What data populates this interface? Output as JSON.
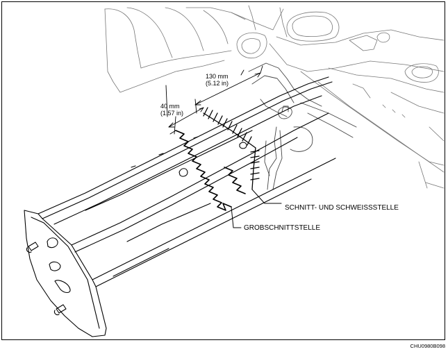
{
  "dimensions": {
    "d130": {
      "line1": "130 mm",
      "line2": "(5.12 in)"
    },
    "d40": {
      "line1": "40 mm",
      "line2": "(1.57 in)"
    }
  },
  "callouts": {
    "cut_weld": "SCHNITT- UND SCHWEISSSTELLE",
    "rough_cut": "GROBSCHNITTSTELLE"
  },
  "figure_code": "CHU0980B098"
}
